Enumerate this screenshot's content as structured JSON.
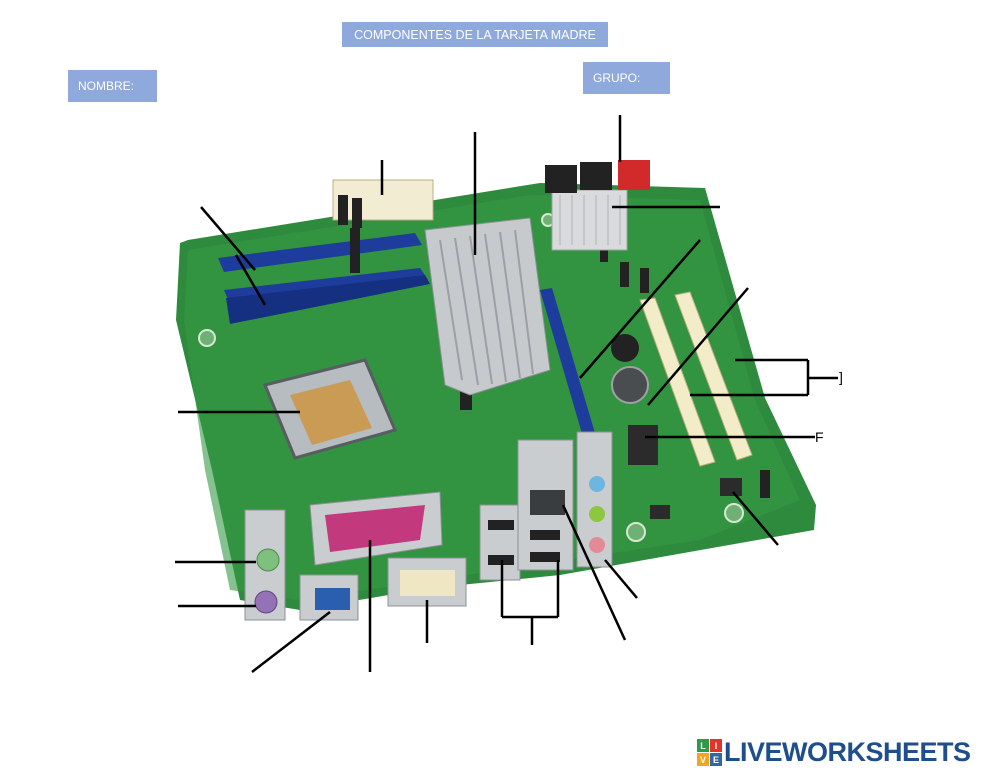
{
  "header": {
    "title": "COMPONENTES DE LA TARJETA MADRE",
    "name_label": "NOMBRE:",
    "group_label": "GRUPO:"
  },
  "stray_marks": {
    "right_upper": "]",
    "right_lower": "F"
  },
  "brand": {
    "logo_letters": [
      "L",
      "I",
      "V",
      "E"
    ],
    "wordmark": "LIVEWORKSHEETS",
    "colors": {
      "wordmark": "#1f4e8c",
      "logo": [
        "#2b9b48",
        "#e6332a",
        "#f3a51b",
        "#3465a4"
      ]
    }
  },
  "colors": {
    "label_bg": "#8fa9dc",
    "pcb": "#2e8a3c",
    "ram_slot": "#1e3c9c",
    "pci_slot": "#f3ecc8"
  }
}
